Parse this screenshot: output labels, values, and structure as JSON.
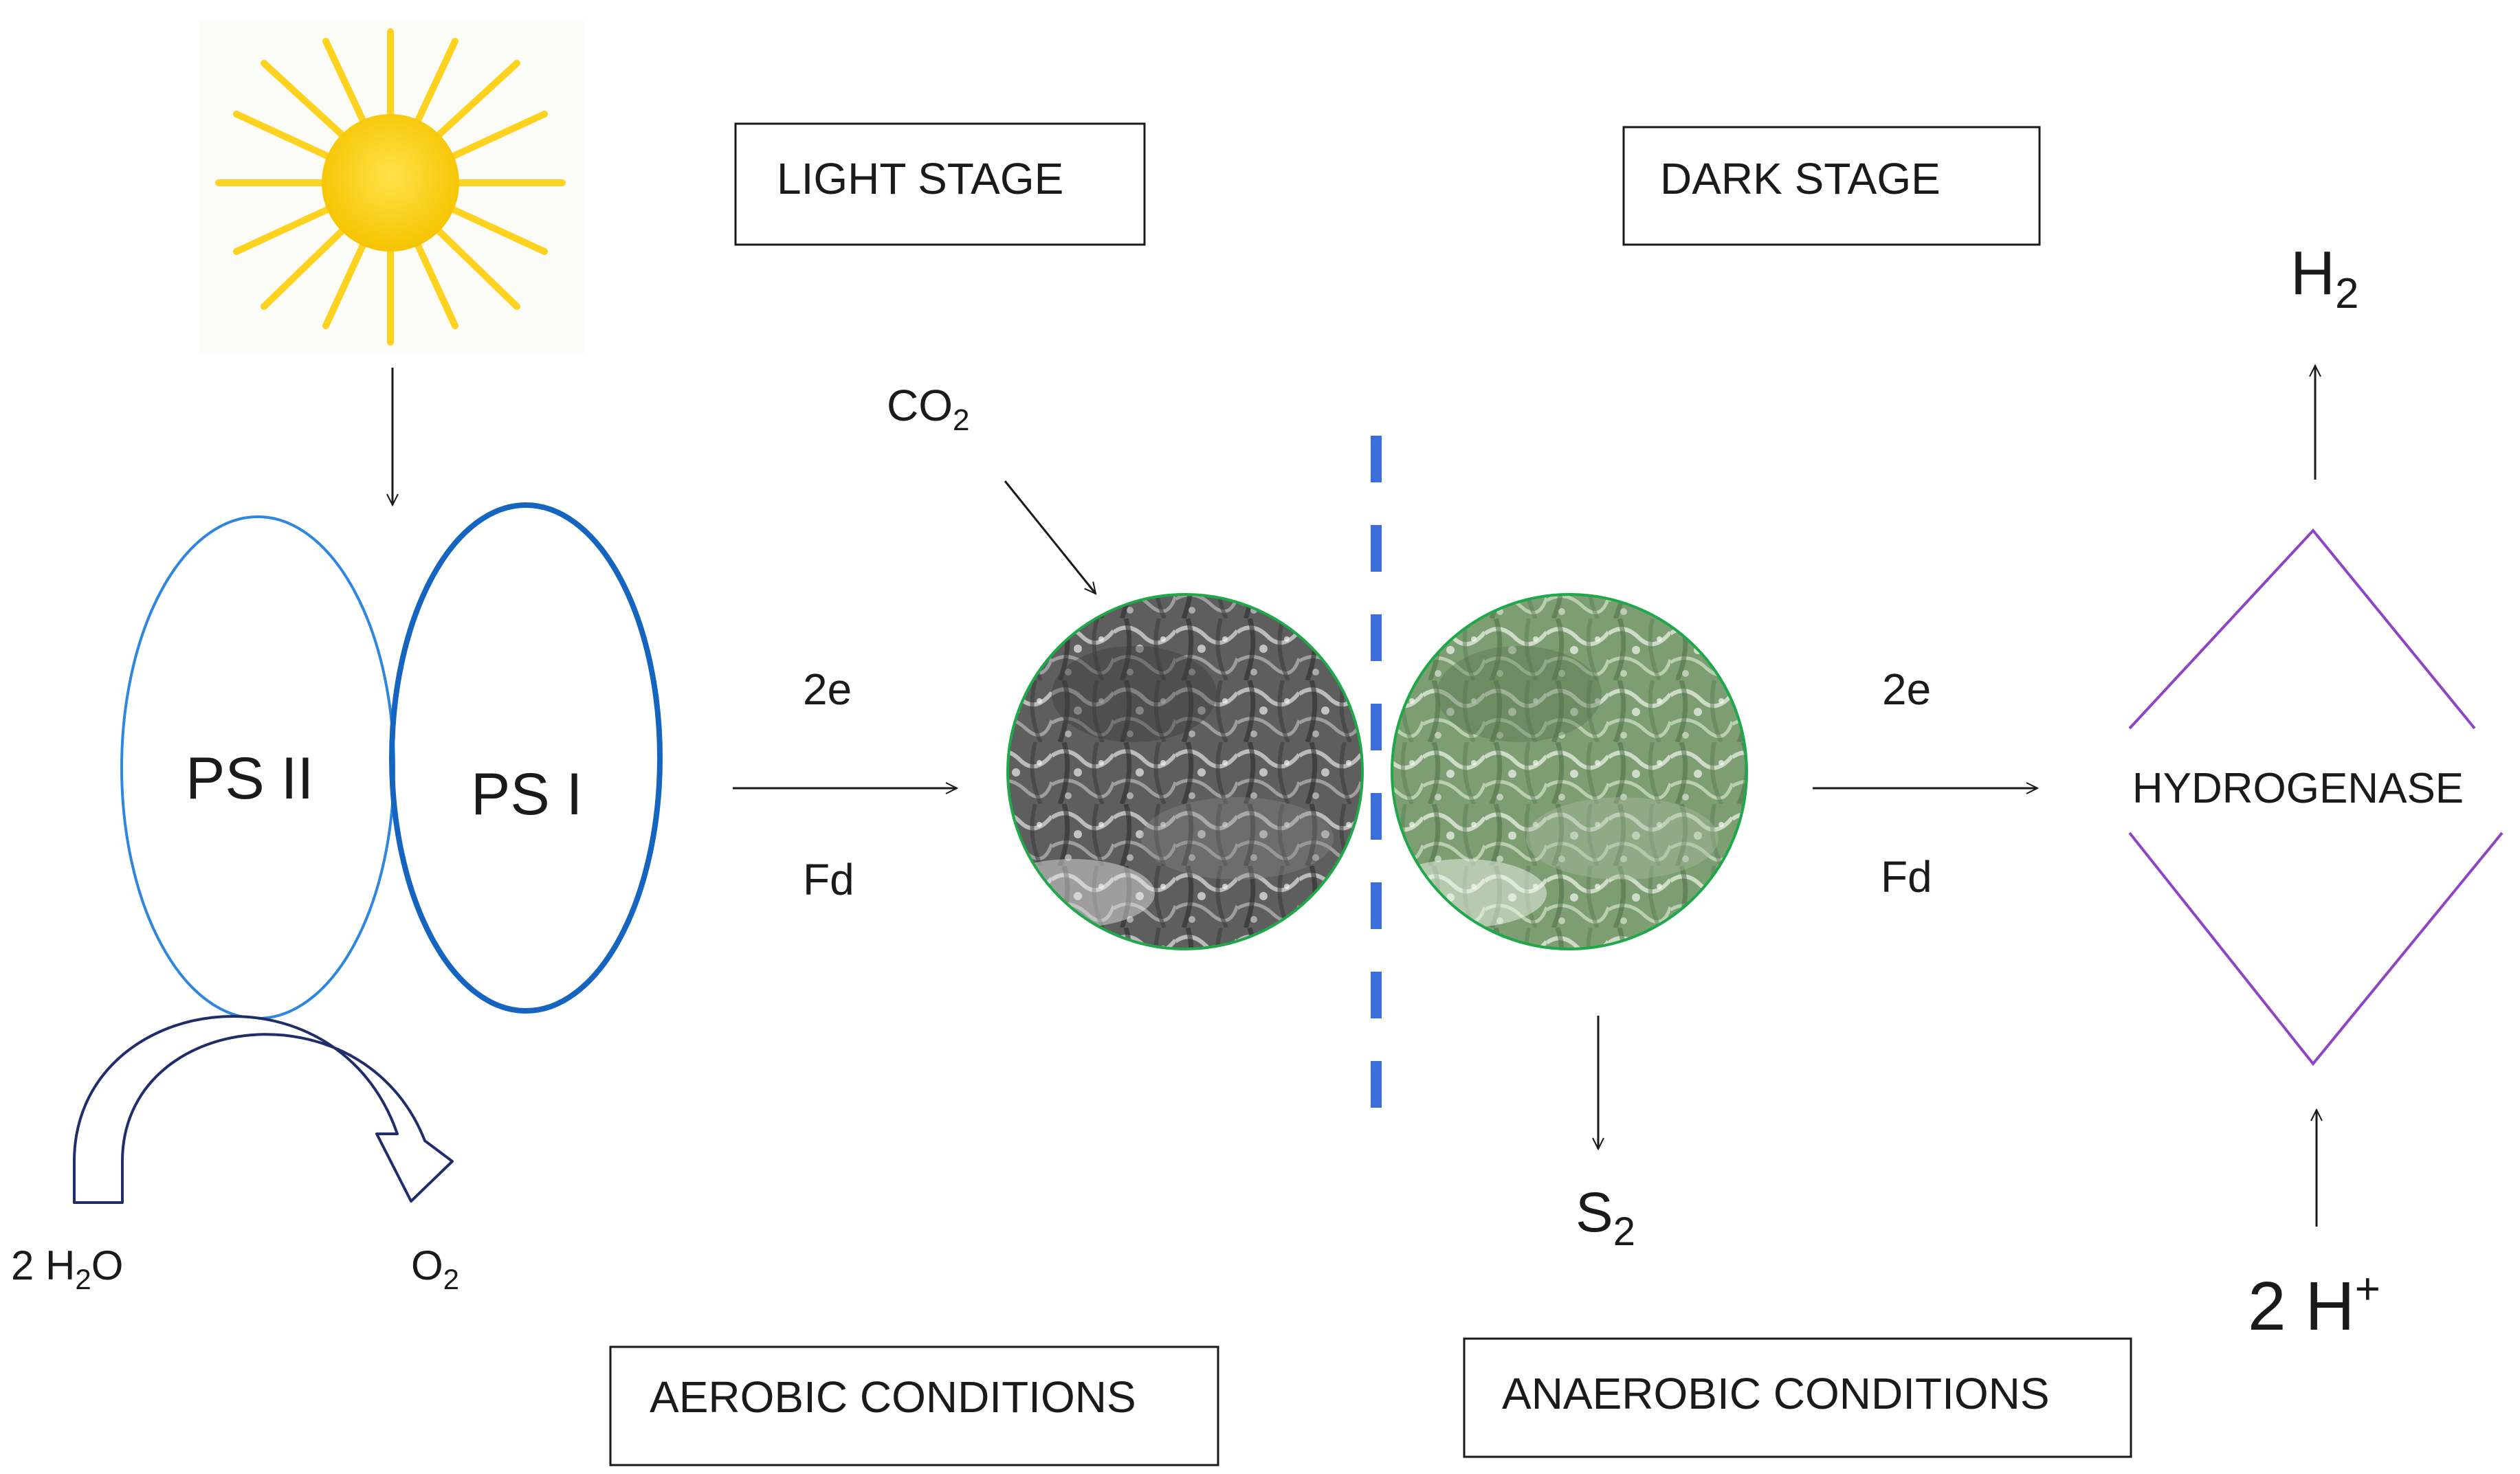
{
  "stages": {
    "light": "LIGHT STAGE",
    "dark": "DARK STAGE"
  },
  "conditions": {
    "aerobic": "AEROBIC CONDITIONS",
    "anaerobic": "ANAEROBIC CONDITIONS"
  },
  "photosystems": {
    "ps2": "PS II",
    "ps1": "PS I"
  },
  "water_split": {
    "input": {
      "prefix": "2 H",
      "sub": "2",
      "suffix": "O"
    },
    "output": {
      "base": "O",
      "sub": "2"
    }
  },
  "co2": {
    "base": "CO",
    "sub": "2"
  },
  "transfer_left": {
    "electrons": "2e",
    "carrier": "Fd"
  },
  "transfer_right": {
    "electrons": "2e",
    "carrier": "Fd"
  },
  "sulfur": {
    "base": "S",
    "sub": "2"
  },
  "enzyme": "HYDROGENASE",
  "hydrogen": {
    "base": "H",
    "sub": "2"
  },
  "protons": {
    "base": "2 H",
    "sup": "+"
  },
  "colors": {
    "sun": "#FFD21F",
    "ps2_outline": "#2E86DE",
    "ps1_outline": "#1565C0",
    "divider": "#3A6FD8",
    "cell_outline": "#1FA84A",
    "enzyme_outline": "#8E44C4",
    "curve_arrow": "#1F2D6B"
  },
  "icons": [
    "sun-icon",
    "cell-dark-image",
    "cell-green-image"
  ]
}
